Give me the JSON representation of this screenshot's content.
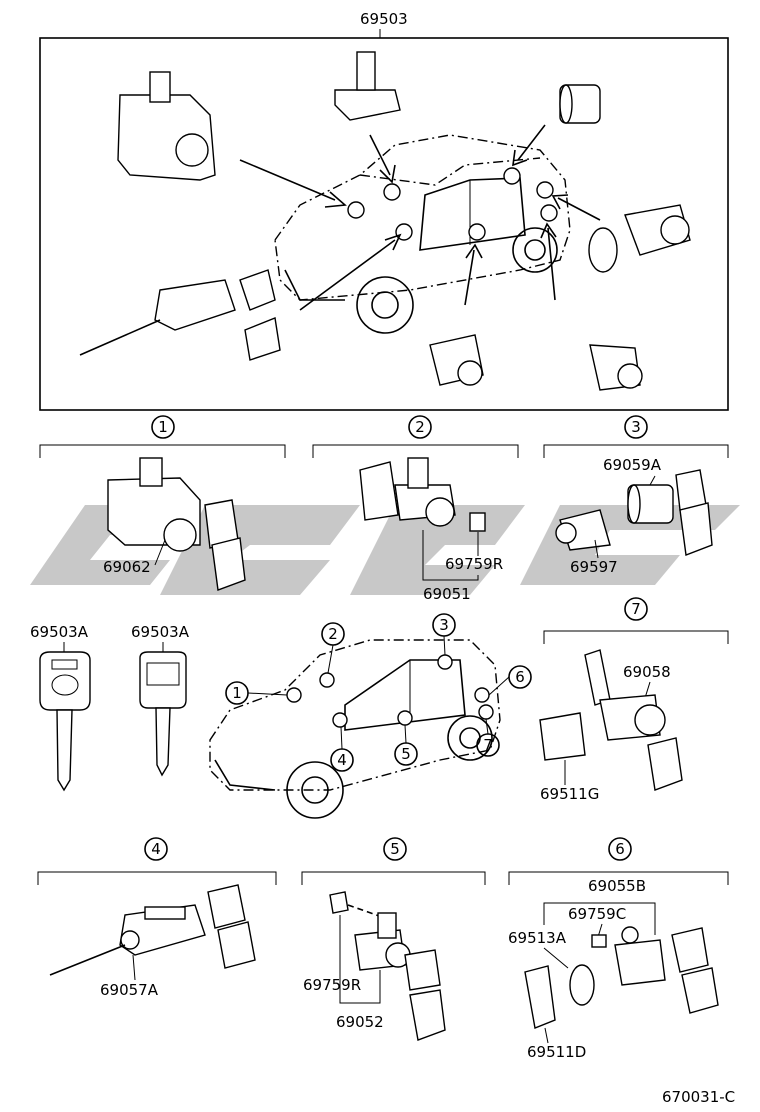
{
  "title_part": "69503",
  "footer_code": "670031-C",
  "watermark_colour": "#c8c8c8",
  "sections": [
    {
      "num": "1",
      "labels": [
        "69062"
      ]
    },
    {
      "num": "2",
      "labels": [
        "69759R",
        "69051"
      ]
    },
    {
      "num": "3",
      "labels": [
        "69059A",
        "69597"
      ]
    },
    {
      "num": "4",
      "labels": [
        "69057A"
      ]
    },
    {
      "num": "5",
      "labels": [
        "69759R",
        "69052"
      ]
    },
    {
      "num": "6",
      "labels": [
        "69055B",
        "69759C",
        "69513A",
        "69511D"
      ]
    },
    {
      "num": "7",
      "labels": [
        "69058",
        "69511G"
      ]
    }
  ],
  "keys": [
    "69503A",
    "69503A"
  ],
  "car_callouts": [
    "1",
    "2",
    "3",
    "4",
    "5",
    "6",
    "7"
  ]
}
